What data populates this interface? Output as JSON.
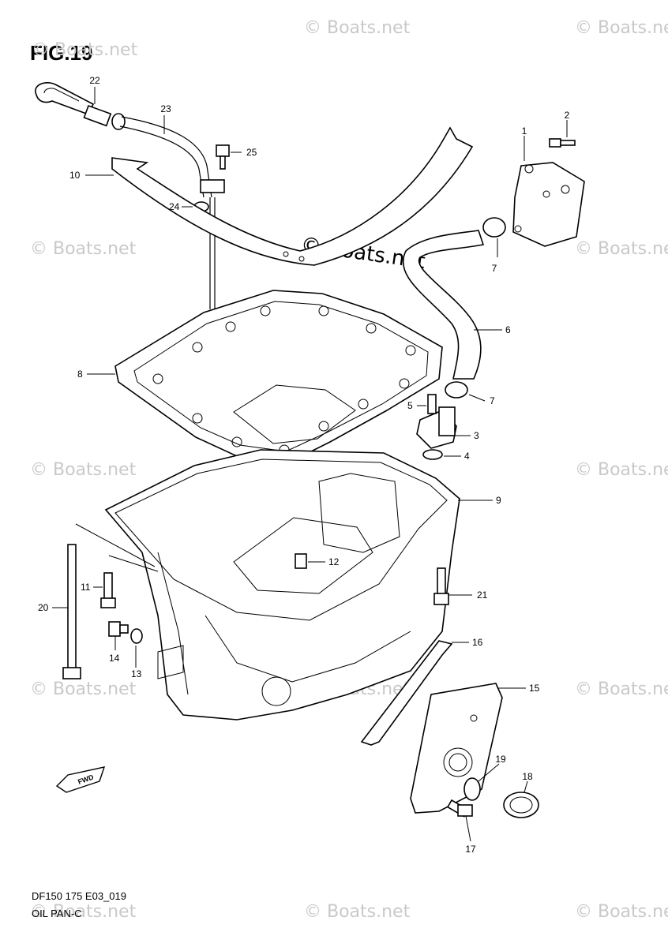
{
  "title": "FIG.19",
  "footer": {
    "model_code": "DF150 175 E03_019",
    "section": "OIL PAN-C"
  },
  "watermark": {
    "text": "© Boats.net",
    "center_text": "© Boats.net"
  },
  "fwd_label": "FWD",
  "callouts": [
    "1",
    "2",
    "3",
    "4",
    "5",
    "6",
    "7",
    "7",
    "8",
    "9",
    "10",
    "11",
    "12",
    "13",
    "14",
    "15",
    "16",
    "17",
    "18",
    "19",
    "20",
    "21",
    "22",
    "23",
    "24",
    "25"
  ]
}
